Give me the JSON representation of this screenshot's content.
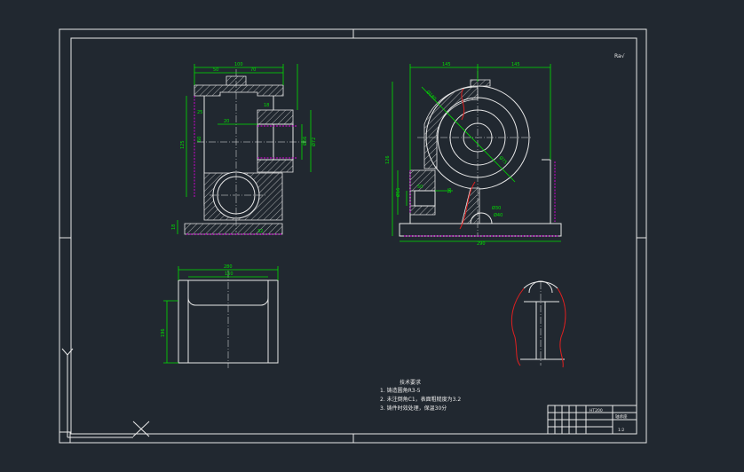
{
  "sheet": {
    "roughness_mark": "Ra√"
  },
  "front_view": {
    "dims": [
      "100",
      "50",
      "70",
      "60",
      "25",
      "18",
      "20",
      "Ø72",
      "Ø56",
      "125",
      "18",
      "32"
    ]
  },
  "side_view": {
    "dims": [
      "145",
      "145",
      "Ø180",
      "126",
      "Ø16",
      "Ø75",
      "50",
      "16",
      "Ø30",
      "Ø40",
      "290"
    ]
  },
  "top_view": {
    "dims": [
      "280",
      "160",
      "196"
    ]
  },
  "notes": {
    "title": "技术要求",
    "items": [
      "1. 铸造圆角R3-5",
      "2. 未注倒角C1，表面粗糙度为3.2",
      "3. 铸件时效处理，保温30分"
    ]
  },
  "title_block": {
    "name": "轴承座",
    "material": "HT200",
    "scale": "1:2"
  }
}
